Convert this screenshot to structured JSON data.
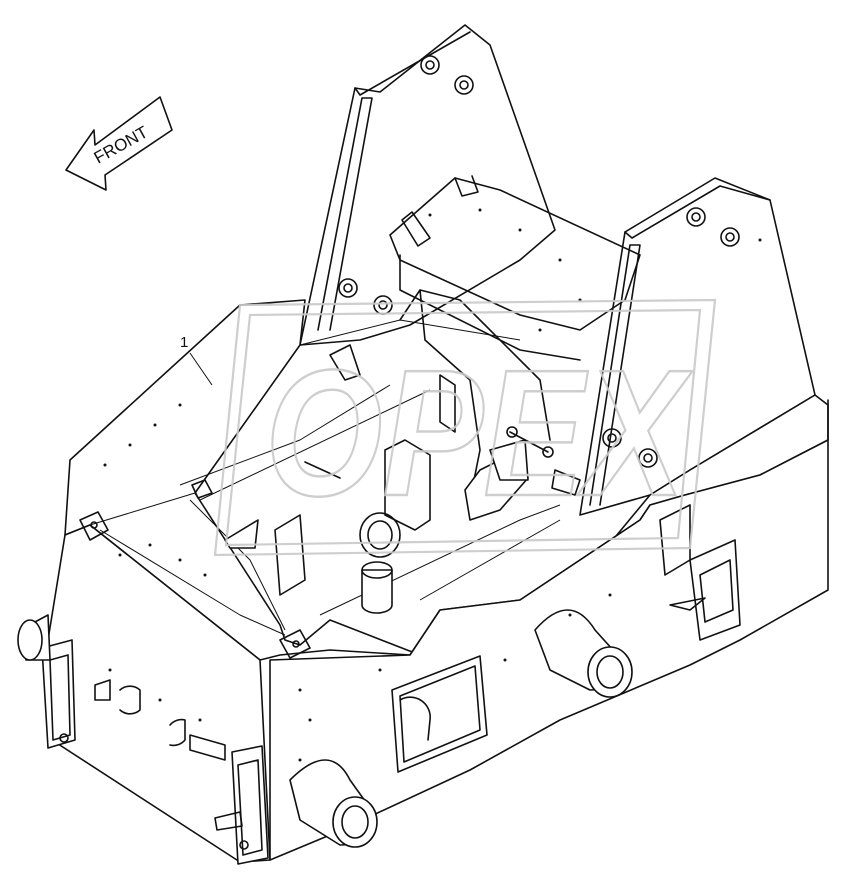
{
  "diagram": {
    "direction_label": "FRONT",
    "callouts": [
      "1"
    ],
    "watermark": "OPEX"
  }
}
